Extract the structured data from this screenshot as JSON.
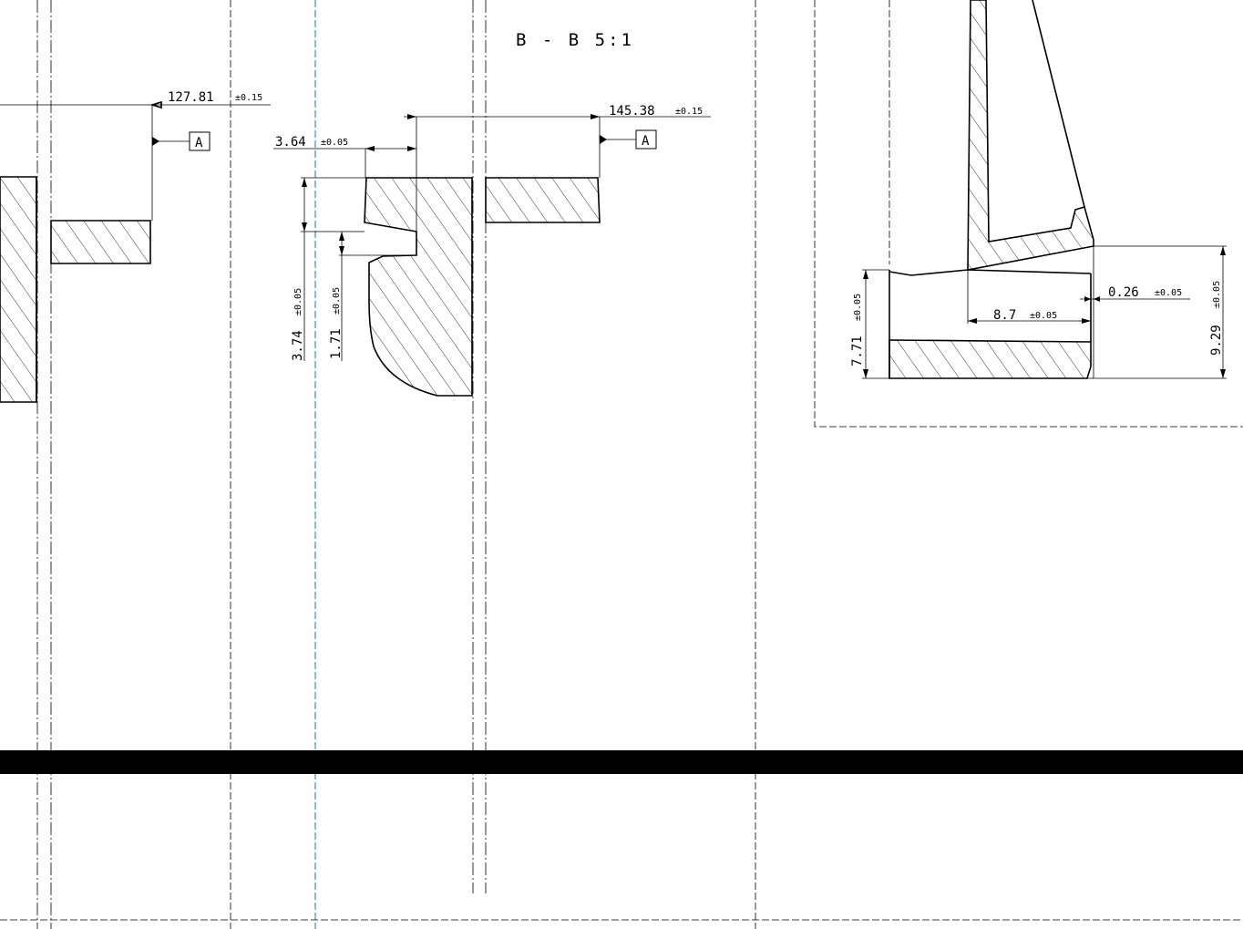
{
  "section_title": "B - B  5:1",
  "datum_label": "A",
  "dimensions": {
    "d127": {
      "value": "127.81",
      "tol": "±0.15"
    },
    "d145": {
      "value": "145.38",
      "tol": "±0.15"
    },
    "d364": {
      "value": "3.64",
      "tol": "±0.05"
    },
    "d374": {
      "value": "3.74",
      "tol": "±0.05"
    },
    "d171": {
      "value": "1.71",
      "tol": "±0.05"
    },
    "d026": {
      "value": "0.26",
      "tol": "±0.05"
    },
    "d87": {
      "value": "8.7",
      "tol": "±0.05"
    },
    "d771": {
      "value": "7.71",
      "tol": "±0.05"
    },
    "d929": {
      "value": "9.29",
      "tol": "±0.05"
    }
  },
  "colors": {
    "line": "#000000",
    "selected_line": "#1a6fd6",
    "background": "#ffffff",
    "band": "#000000"
  }
}
